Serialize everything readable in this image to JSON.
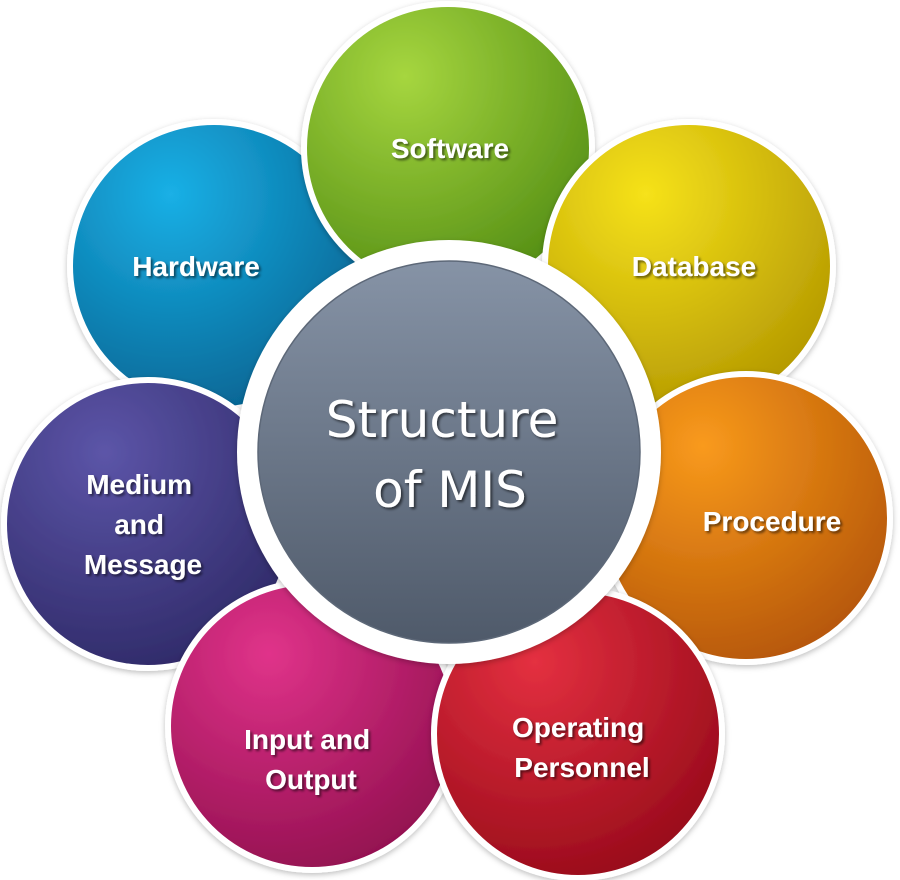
{
  "center": {
    "lines": [
      "Structure",
      "of MIS"
    ],
    "color": "#6f7d90"
  },
  "petals": [
    {
      "lines": [
        "Software"
      ],
      "color": "#7cb82a"
    },
    {
      "lines": [
        "Database"
      ],
      "color": "#e0c400"
    },
    {
      "lines": [
        "Procedure"
      ],
      "color": "#e8800c"
    },
    {
      "lines": [
        "Operating",
        "Personnel"
      ],
      "color": "#cc1a2a"
    },
    {
      "lines": [
        "Input and",
        "Output"
      ],
      "color": "#c41e6e"
    },
    {
      "lines": [
        "Medium",
        "and",
        "Message"
      ],
      "color": "#47418a"
    },
    {
      "lines": [
        "Hardware"
      ],
      "color": "#0a8cc8"
    }
  ]
}
